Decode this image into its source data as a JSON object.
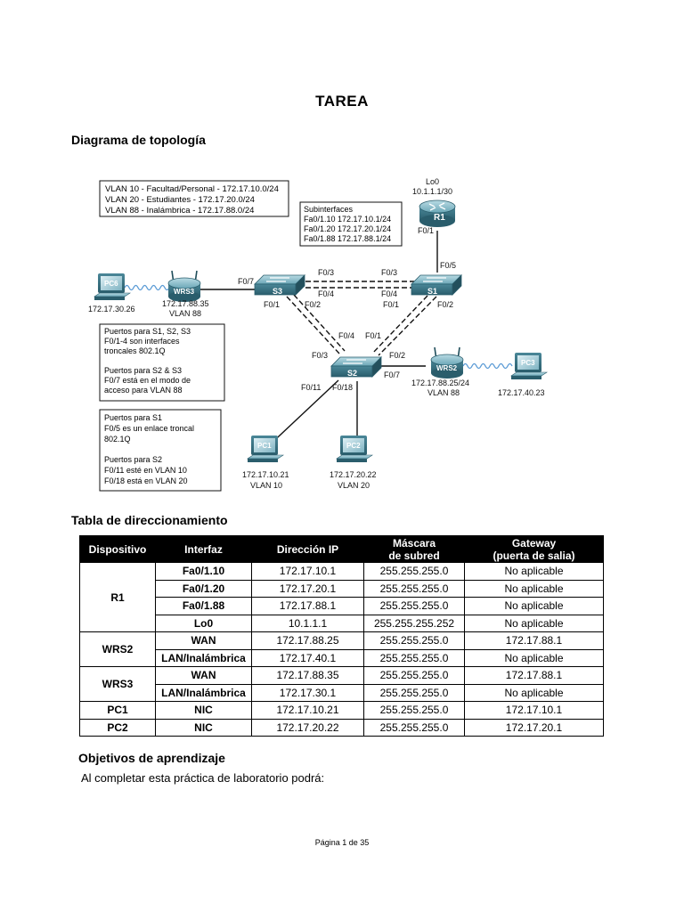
{
  "page": {
    "title": "TAREA",
    "topology_heading": "Diagrama de topología",
    "addressing_heading": "Tabla de direccionamiento",
    "objectives_heading": "Objetivos de aprendizaje",
    "objectives_intro": "Al completar esta práctica de laboratorio podrá:",
    "footer": "Página 1 de 35"
  },
  "diagram": {
    "vlan_box": [
      "VLAN 10 - Facultad/Personal - 172.17.10.0/24",
      "VLAN 20 - Estudiantes - 172.17.20.0/24",
      "VLAN 88 - Inalámbrica - 172.17.88.0/24"
    ],
    "subif_box": [
      "Subinterfaces",
      "Fa0/1.10 172.17.10.1/24",
      "Fa0/1.20 172.17.20.1/24",
      "Fa0/1.88 172.17.88.1/24"
    ],
    "trunk_box": [
      "Puertos para S1, S2, S3",
      "F0/1-4 son interfaces",
      "troncales 802.1Q",
      "",
      "Puertos para S2 & S3",
      "F0/7 está en el modo de",
      "acceso para VLAN 88"
    ],
    "access_box": [
      "Puertos para S1",
      "F0/5 es un enlace troncal",
      "802.1Q",
      "",
      "Puertos para S2",
      "F0/11 esté en VLAN 10",
      "F0/18 está en VLAN 20"
    ],
    "devices": {
      "r1": "R1",
      "s1": "S1",
      "s2": "S2",
      "s3": "S3",
      "wrs2": "WRS2",
      "wrs3": "WRS3",
      "pc1": "PC1",
      "pc2": "PC2",
      "pc3": "PC3",
      "pc6": "PC6"
    },
    "labels": {
      "lo0": "Lo0",
      "lo0_ip": "10.1.1.1/30",
      "r1_f01": "F0/1",
      "s1_f05": "F0/5",
      "s3_f07": "F0/7",
      "s3_f03": "F0/3",
      "s1_f03": "F0/3",
      "s3_f04": "F0/4",
      "s1_f04": "F0/4",
      "s3_f01": "F0/1",
      "s3_f02": "F0/2",
      "s1_f01": "F0/1",
      "s1_f02": "F0/2",
      "s2_f04": "F0/4",
      "s2_f01": "F0/1",
      "s2_f03": "F0/3",
      "s2_f02": "F0/2",
      "s2_f07": "F0/7",
      "s2_f011": "F0/11",
      "s2_f018": "F0/18",
      "pc6_ip": "172.17.30.26",
      "wrs3_ip": "172.17.88.35",
      "wrs3_vlan": "VLAN 88",
      "wrs2_ip": "172.17.88.25/24",
      "wrs2_vlan": "VLAN 88",
      "pc3_ip": "172.17.40.23",
      "pc1_ip": "172.17.10.21",
      "pc1_vlan": "VLAN 10",
      "pc2_ip": "172.17.20.22",
      "pc2_vlan": "VLAN 20"
    }
  },
  "addressing_table": {
    "headers": [
      "Dispositivo",
      "Interfaz",
      "Dirección IP",
      "Máscara\nde subred",
      "Gateway\n(puerta de salia)"
    ],
    "groups": [
      {
        "device": "R1",
        "rows": [
          {
            "interface": "Fa0/1.10",
            "ip": "172.17.10.1",
            "mask": "255.255.255.0",
            "gateway": "No aplicable"
          },
          {
            "interface": "Fa0/1.20",
            "ip": "172.17.20.1",
            "mask": "255.255.255.0",
            "gateway": "No aplicable"
          },
          {
            "interface": "Fa0/1.88",
            "ip": "172.17.88.1",
            "mask": "255.255.255.0",
            "gateway": "No aplicable"
          },
          {
            "interface": "Lo0",
            "ip": "10.1.1.1",
            "mask": "255.255.255.252",
            "gateway": "No aplicable"
          }
        ]
      },
      {
        "device": "WRS2",
        "rows": [
          {
            "interface": "WAN",
            "ip": "172.17.88.25",
            "mask": "255.255.255.0",
            "gateway": "172.17.88.1"
          },
          {
            "interface": "LAN/Inalámbrica",
            "ip": "172.17.40.1",
            "mask": "255.255.255.0",
            "gateway": "No aplicable"
          }
        ]
      },
      {
        "device": "WRS3",
        "rows": [
          {
            "interface": "WAN",
            "ip": "172.17.88.35",
            "mask": "255.255.255.0",
            "gateway": "172.17.88.1"
          },
          {
            "interface": "LAN/Inalámbrica",
            "ip": "172.17.30.1",
            "mask": "255.255.255.0",
            "gateway": "No aplicable"
          }
        ]
      },
      {
        "device": "PC1",
        "rows": [
          {
            "interface": "NIC",
            "ip": "172.17.10.21",
            "mask": "255.255.255.0",
            "gateway": "172.17.10.1"
          }
        ]
      },
      {
        "device": "PC2",
        "rows": [
          {
            "interface": "NIC",
            "ip": "172.17.20.22",
            "mask": "255.255.255.0",
            "gateway": "172.17.20.1"
          }
        ]
      }
    ]
  },
  "colors": {
    "device_teal": "#4f8fa0",
    "device_dark": "#2e6575",
    "device_light": "#9cc8d4",
    "wireless_blue": "#5b9bd5"
  }
}
